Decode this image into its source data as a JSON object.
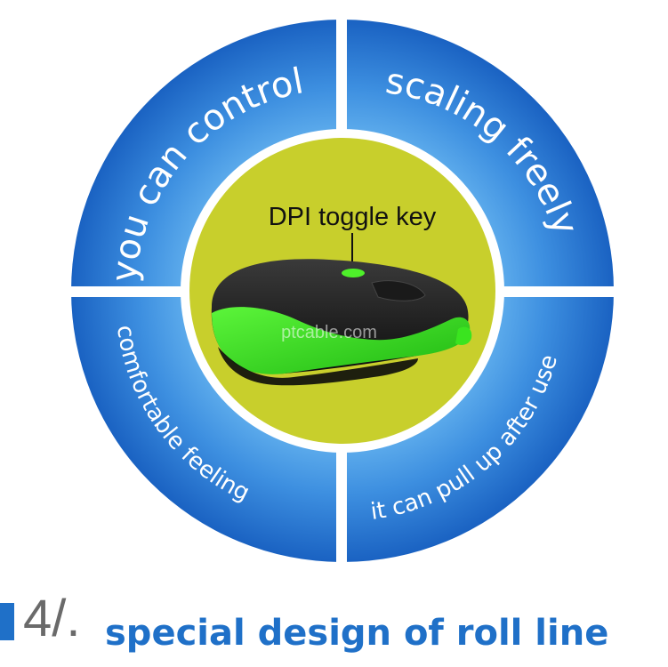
{
  "colors": {
    "ring_blue_light": "#5cb1f0",
    "ring_blue_dark": "#1a68c6",
    "center_yellow_green": "#c8cf2c",
    "mouse_green": "#33e61e",
    "footer_blue": "#1f70c8"
  },
  "quadrants": {
    "top_left": "you can control",
    "top_right": "scaling freely",
    "bottom_left": "comfortable feeling",
    "bottom_right": "it can pull up after use"
  },
  "center": {
    "label": "DPI toggle key",
    "watermark": "ptcable.com"
  },
  "footer": {
    "number": "4/.",
    "title": "special design of roll line"
  }
}
